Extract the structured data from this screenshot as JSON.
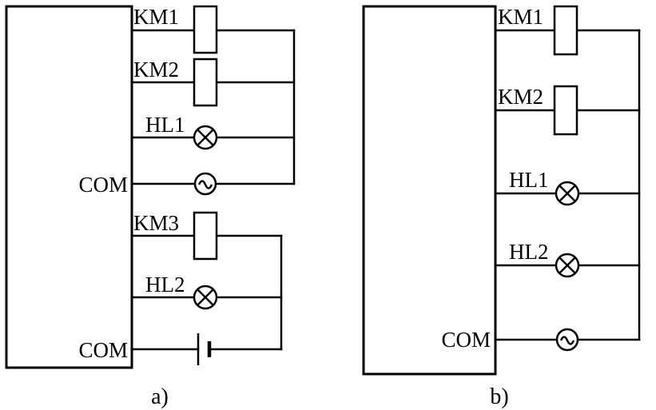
{
  "colors": {
    "line": "#000000",
    "background": "#ffffff"
  },
  "diagram_a": {
    "caption": "a)",
    "labels": {
      "km1": "KM1",
      "km2": "KM2",
      "hl1": "HL1",
      "com_top": "COM",
      "km3": "KM3",
      "hl2": "HL2",
      "com_bottom": "COM"
    },
    "symbols": {
      "km1": "contactor-coil",
      "km2": "contactor-coil",
      "hl1": "indicator-lamp",
      "com_top": "ac-source",
      "km3": "contactor-coil",
      "hl2": "indicator-lamp",
      "com_bottom": "dc-battery"
    }
  },
  "diagram_b": {
    "caption": "b)",
    "labels": {
      "km1": "KM1",
      "km2": "KM2",
      "hl1": "HL1",
      "hl2": "HL2",
      "com": "COM"
    },
    "symbols": {
      "km1": "contactor-coil",
      "km2": "contactor-coil",
      "hl1": "indicator-lamp",
      "hl2": "indicator-lamp",
      "com": "ac-source"
    }
  }
}
